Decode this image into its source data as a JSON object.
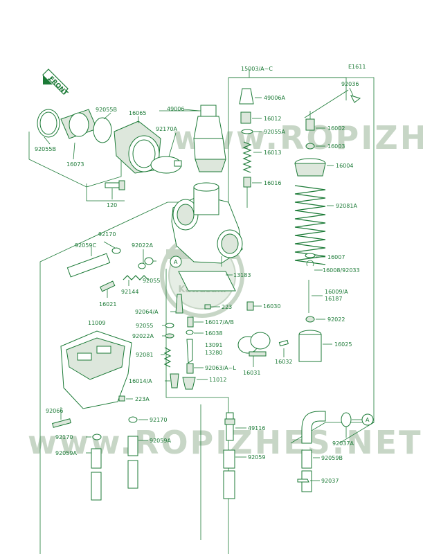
{
  "diagram_id": "E1611",
  "front_arrow": "FRONT",
  "watermarks": [
    "www.ROPIZHES.NET",
    "www.ROPIZHES.NET"
  ],
  "brand_logo": "Kawasaki",
  "ref_marker": "A",
  "labels": {
    "l_15003": "15003/A~C",
    "l_92036": "92036",
    "l_49006": "49006",
    "l_49006a": "49006A",
    "l_16012": "16012",
    "l_92055a_top": "92055A",
    "l_16002": "16002",
    "l_16003": "16003",
    "l_16013": "16013",
    "l_16004": "16004",
    "l_16016": "16016",
    "l_92081a": "92081A",
    "l_92055b_top": "92055B",
    "l_16065": "16065",
    "l_92170a": "92170A",
    "l_92055b_left": "92055B",
    "l_16073": "16073",
    "l_120": "120",
    "l_92170": "92170",
    "l_92059c": "92059C",
    "l_92022a_mid": "92022A",
    "l_92055_mid": "92055",
    "l_92144": "92144",
    "l_16021": "16021",
    "l_13183": "13183",
    "l_16007": "16007",
    "l_16008": "16008/92033",
    "l_16009": "16009/A",
    "l_16187": "16187",
    "l_92064": "92064/A",
    "l_223": "223",
    "l_16030": "16030",
    "l_16017": "16017/A/B",
    "l_92022": "92022",
    "l_11009": "11009",
    "l_92055_low": "92055",
    "l_16038": "16038",
    "l_92022a_low": "92022A",
    "l_13091": "13091",
    "l_13280": "13280",
    "l_92081": "92081",
    "l_16025": "16025",
    "l_92063": "92063/A~L",
    "l_16032": "16032",
    "l_16031": "16031",
    "l_16014": "16014/A",
    "l_11012": "11012",
    "l_223a": "223A",
    "l_92066": "92066",
    "l_92170_low": "92170",
    "l_49116": "49116",
    "l_92170_left": "92170",
    "l_92059a_right": "92059A",
    "l_92037a": "92037A",
    "l_92059a_left": "92059A",
    "l_92059": "92059",
    "l_92059b": "92059B",
    "l_92037": "92037"
  }
}
